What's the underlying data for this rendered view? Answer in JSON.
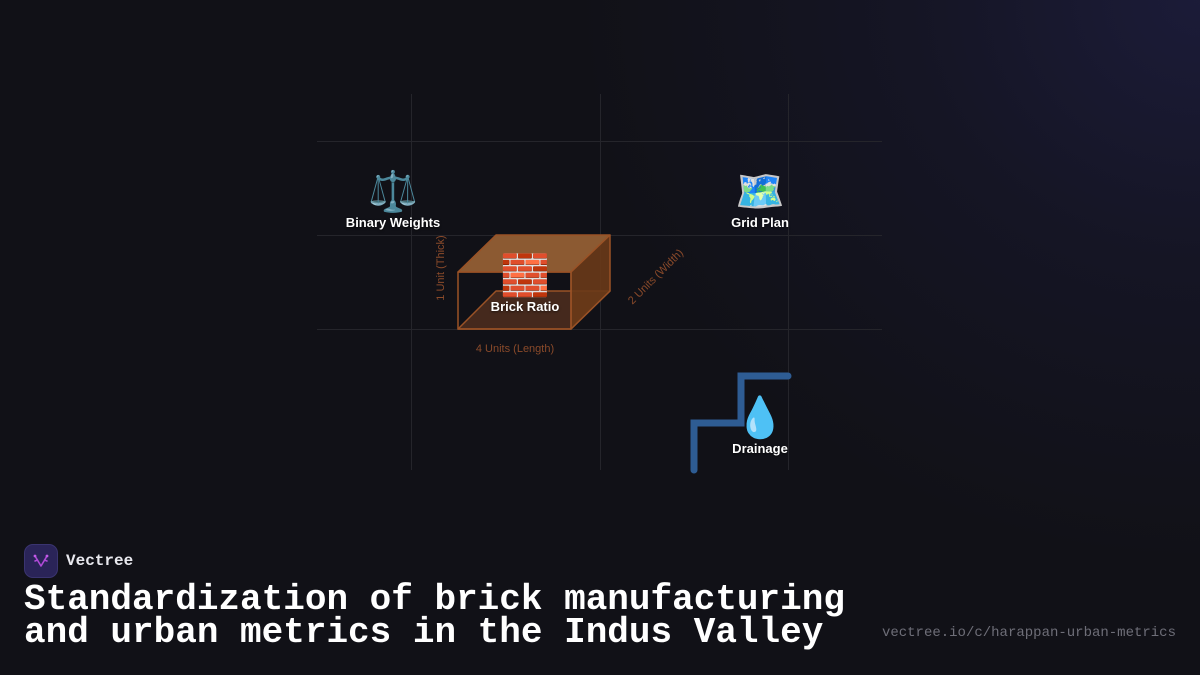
{
  "diagram": {
    "nodes": [
      {
        "id": "binary-weights",
        "emoji": "⚖️",
        "label": "Binary Weights",
        "icon": "scales-icon"
      },
      {
        "id": "grid-plan",
        "emoji": "🗺️",
        "label": "Grid Plan",
        "icon": "map-icon"
      },
      {
        "id": "brick-ratio",
        "emoji": "🧱",
        "label": "Brick Ratio",
        "icon": "brick-icon"
      },
      {
        "id": "drainage",
        "emoji": "💧",
        "label": "Drainage",
        "icon": "droplet-icon"
      }
    ],
    "brick_dimensions": {
      "thickness": "1 Unit (Thick)",
      "width": "2 Units (Width)",
      "length": "4 Units (Length)"
    },
    "colors": {
      "grid_line": "#26262c",
      "brick_stroke": "#9a5226",
      "brick_top": "#8a5a30",
      "brick_side": "#6a3a18",
      "brick_bottom": "#4a2c1c",
      "drain_pipe": "#2e5c93",
      "dim_label": "#8a4a2a"
    }
  },
  "footer": {
    "brand_name": "Vectree",
    "title_line1": "Standardization of brick manufacturing",
    "title_line2": "and urban metrics in the Indus Valley",
    "url": "vectree.io/c/harappan-urban-metrics"
  }
}
